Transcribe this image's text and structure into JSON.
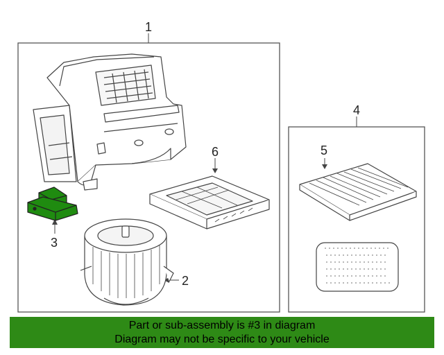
{
  "diagram": {
    "callouts": {
      "c1": "1",
      "c2": "2",
      "c3": "3",
      "c4": "4",
      "c5": "5",
      "c6": "6"
    },
    "parts": [
      {
        "number": "1",
        "icon": "blower-housing-icon"
      },
      {
        "number": "2",
        "icon": "blower-motor-icon"
      },
      {
        "number": "3",
        "icon": "resistor-icon",
        "highlight_color": "#1f8b10"
      },
      {
        "number": "4",
        "icon": "filter-kit-box-icon"
      },
      {
        "number": "5",
        "icon": "cabin-filter-element-icon"
      },
      {
        "number": "6",
        "icon": "filter-frame-icon"
      }
    ]
  },
  "banner": {
    "line1": "Part or sub-assembly is #3 in diagram",
    "line2": "Diagram may not be specific to your vehicle",
    "color": "#2e8a16"
  }
}
